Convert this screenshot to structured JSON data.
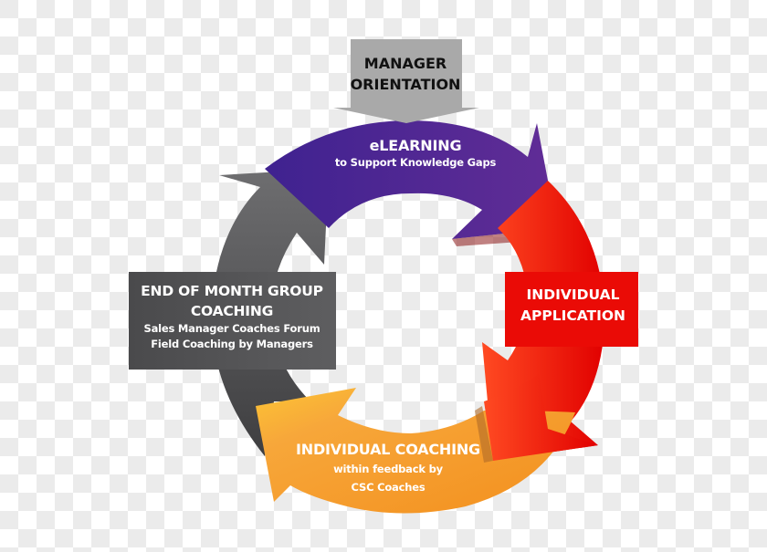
{
  "diagram": {
    "type": "cycle",
    "colors": {
      "manager_orientation": "#a8a8a8",
      "elearning": "#55289a",
      "individual_application": "#ee1c0c",
      "individual_coaching": "#f5a02f",
      "group_coaching": "#58585a",
      "background_checker_light": "#ffffff",
      "background_checker_dark": "#ebebeb"
    },
    "manager_orientation": {
      "line1": "MANAGER",
      "line2": "ORIENTATION"
    },
    "elearning": {
      "title": "eLEARNING",
      "subtitle": "to Support Knowledge Gaps"
    },
    "individual_application": {
      "line1": "INDIVIDUAL",
      "line2": "APPLICATION"
    },
    "individual_coaching": {
      "title": "INDIVIDUAL COACHING",
      "sub1": "within feedback by",
      "sub2": "CSC Coaches"
    },
    "group_coaching": {
      "title1": "END OF MONTH GROUP",
      "title2": "COACHING",
      "sub1": "Sales Manager Coaches Forum",
      "sub2": "Field Coaching by Managers"
    },
    "flow": [
      "Manager Orientation",
      "eLearning",
      "Individual Application",
      "Individual Coaching",
      "End of Month Group Coaching",
      "eLearning"
    ]
  }
}
